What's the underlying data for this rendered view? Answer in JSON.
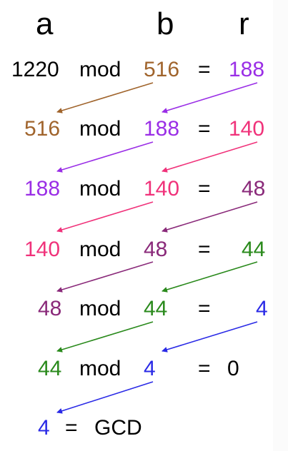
{
  "headers": {
    "a": "a",
    "b": "b",
    "r": "r"
  },
  "rows": [
    {
      "a": "1220",
      "mod": "mod",
      "b": "516",
      "eq": "=",
      "r": "188"
    },
    {
      "a": "516",
      "mod": "mod",
      "b": "188",
      "eq": "=",
      "r": "140"
    },
    {
      "a": "188",
      "mod": "mod",
      "b": "140",
      "eq": "=",
      "r": "48"
    },
    {
      "a": "140",
      "mod": "mod",
      "b": "48",
      "eq": "=",
      "r": "44"
    },
    {
      "a": "48",
      "mod": "mod",
      "b": "44",
      "eq": "=",
      "r": "4"
    },
    {
      "a": "44",
      "mod": "mod",
      "b": "4",
      "eq": "=",
      "r": "0"
    }
  ],
  "final": {
    "a": "4",
    "eq": "=",
    "label": "GCD"
  },
  "colors": {
    "black": "#000000",
    "c516": "#a0642c",
    "c188": "#9a2ee6",
    "c140": "#f0327a",
    "c48": "#8a2a7a",
    "c44": "#2a8a1c",
    "c4": "#2a2ae6"
  }
}
